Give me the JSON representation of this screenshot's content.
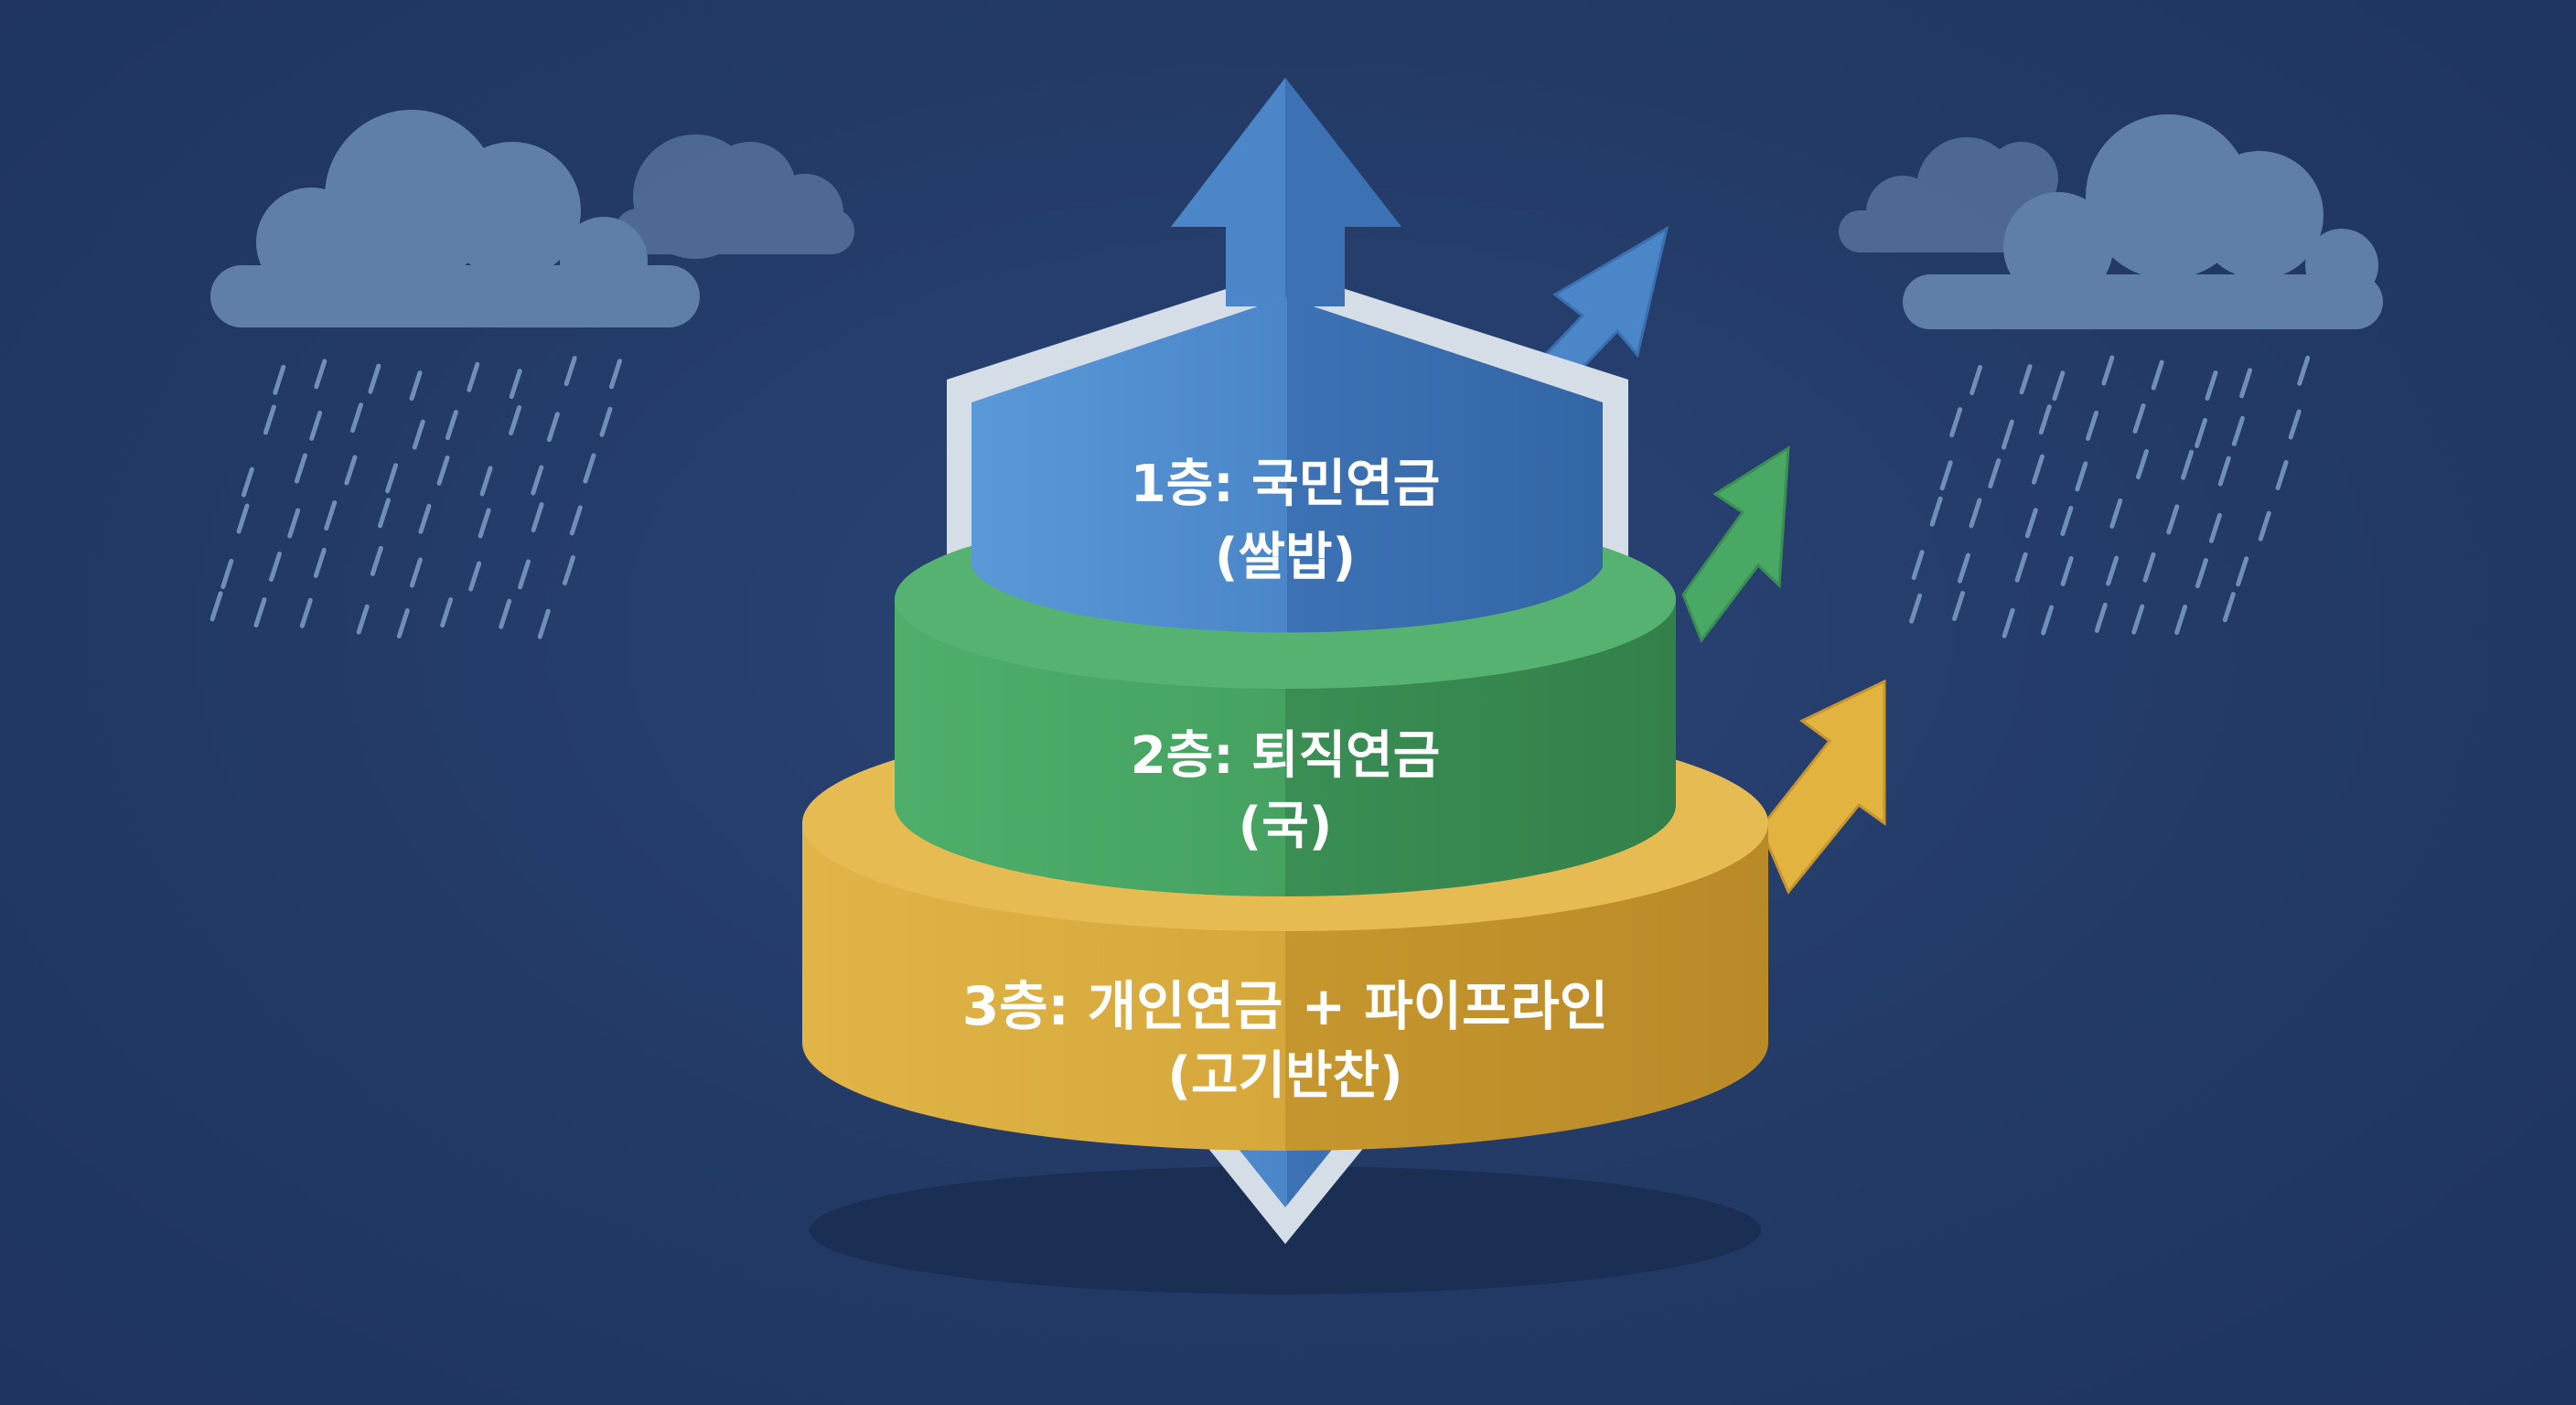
{
  "tiers": [
    {
      "title": "1층: 국민연금",
      "subtitle": "(쌀밥)",
      "color": "#4a86c8"
    },
    {
      "title": "2층: 퇴직연금",
      "subtitle": "(국)",
      "color": "#3f9e5c"
    },
    {
      "title": "3층: 개인연금 + 파이프라인",
      "subtitle": "(고기반찬)",
      "color": "#d3a43a"
    }
  ],
  "icons": [
    "rain-cloud-icon",
    "shield-icon",
    "growth-arrow-icon"
  ],
  "colors": {
    "background": "#243a66",
    "cloud": "#5f7fa8",
    "rain": "#6f8fb8",
    "shield_edge": "#d5dde6"
  }
}
